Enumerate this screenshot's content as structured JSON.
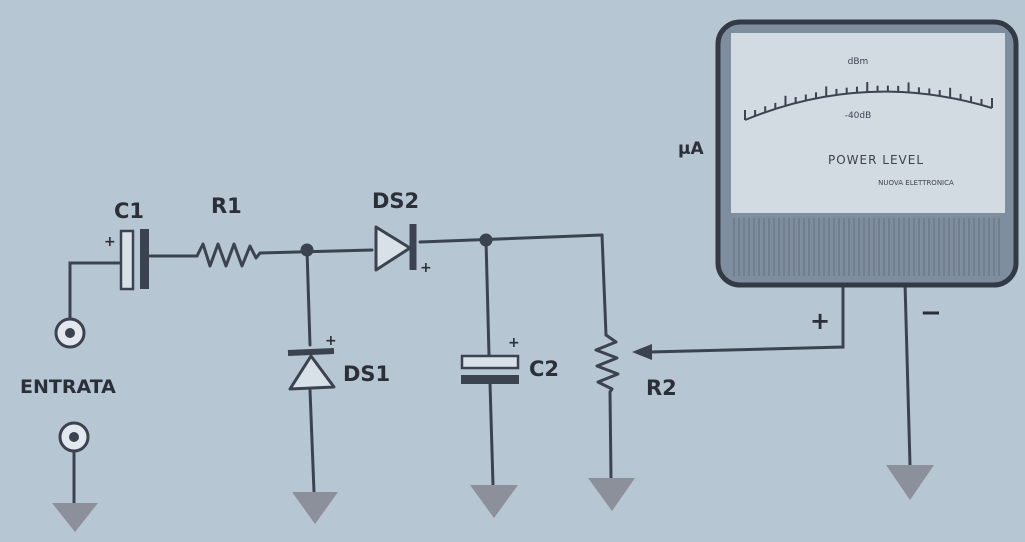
{
  "labels": {
    "c1": "C1",
    "r1": "R1",
    "ds2": "DS2",
    "ds1": "DS1",
    "c2": "C2",
    "r2": "R2",
    "entrata": "ENTRATA",
    "meter_unit": "µA",
    "plus_sign": "+",
    "minus_sign": "−"
  },
  "meter": {
    "caption": "POWER LEVEL",
    "scale_label_top": "dBm",
    "scale_label_bottom": "-40dB",
    "brand": "NUOVA ELETTRONICA"
  },
  "colors": {
    "background": "#b7c6d3",
    "wire": "#3c4350",
    "ground": "#8b909a",
    "meter_body": "#7f8e9e"
  }
}
